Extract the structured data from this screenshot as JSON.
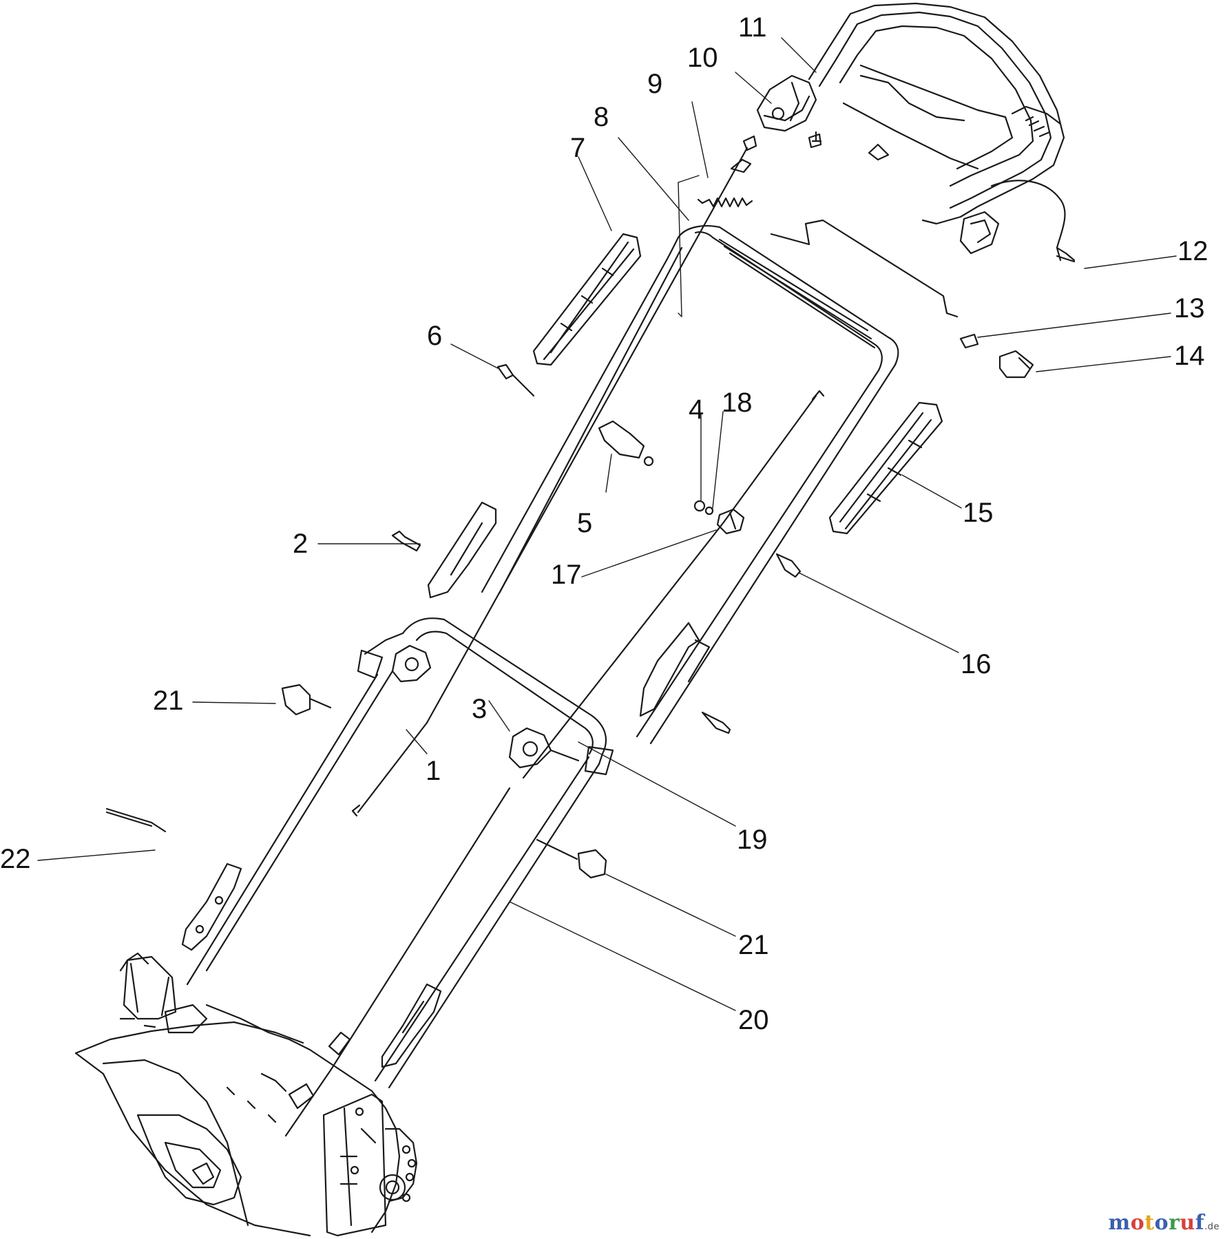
{
  "diagram": {
    "callouts": [
      {
        "id": "c1",
        "text": "1"
      },
      {
        "id": "c2",
        "text": "2"
      },
      {
        "id": "c3",
        "text": "3"
      },
      {
        "id": "c4",
        "text": "4"
      },
      {
        "id": "c5",
        "text": "5"
      },
      {
        "id": "c6",
        "text": "6"
      },
      {
        "id": "c7",
        "text": "7"
      },
      {
        "id": "c8",
        "text": "8"
      },
      {
        "id": "c9",
        "text": "9"
      },
      {
        "id": "c10",
        "text": "10"
      },
      {
        "id": "c11",
        "text": "11"
      },
      {
        "id": "c12",
        "text": "12"
      },
      {
        "id": "c13",
        "text": "13"
      },
      {
        "id": "c14",
        "text": "14"
      },
      {
        "id": "c15",
        "text": "15"
      },
      {
        "id": "c16",
        "text": "16"
      },
      {
        "id": "c17",
        "text": "17"
      },
      {
        "id": "c18",
        "text": "18"
      },
      {
        "id": "c19",
        "text": "19"
      },
      {
        "id": "c20",
        "text": "20"
      },
      {
        "id": "c21a",
        "text": "21"
      },
      {
        "id": "c21b",
        "text": "21"
      },
      {
        "id": "c22",
        "text": "22"
      }
    ]
  },
  "watermark": {
    "letters": [
      {
        "ch": "m",
        "color": "#3b5fb0"
      },
      {
        "ch": "o",
        "color": "#d6423a"
      },
      {
        "ch": "t",
        "color": "#e2a620"
      },
      {
        "ch": "o",
        "color": "#3b5fb0"
      },
      {
        "ch": "r",
        "color": "#3a9a4a"
      },
      {
        "ch": "u",
        "color": "#d6423a"
      },
      {
        "ch": "f",
        "color": "#3b5fb0"
      }
    ],
    "suffix": ".de"
  },
  "colors": {
    "line": "#1a1a1a",
    "label": "#111111"
  }
}
